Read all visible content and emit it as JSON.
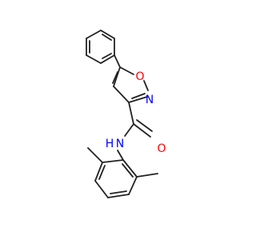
{
  "molecule": {
    "atoms": {
      "o_ring": "O",
      "n_ring": "N",
      "amide_o": "O",
      "amide_n": "N",
      "amide_h": "H"
    },
    "colors": {
      "bond": "#222222",
      "oxygen": "#ff0000",
      "nitrogen": "#0000ff",
      "background": "#ffffff"
    }
  }
}
